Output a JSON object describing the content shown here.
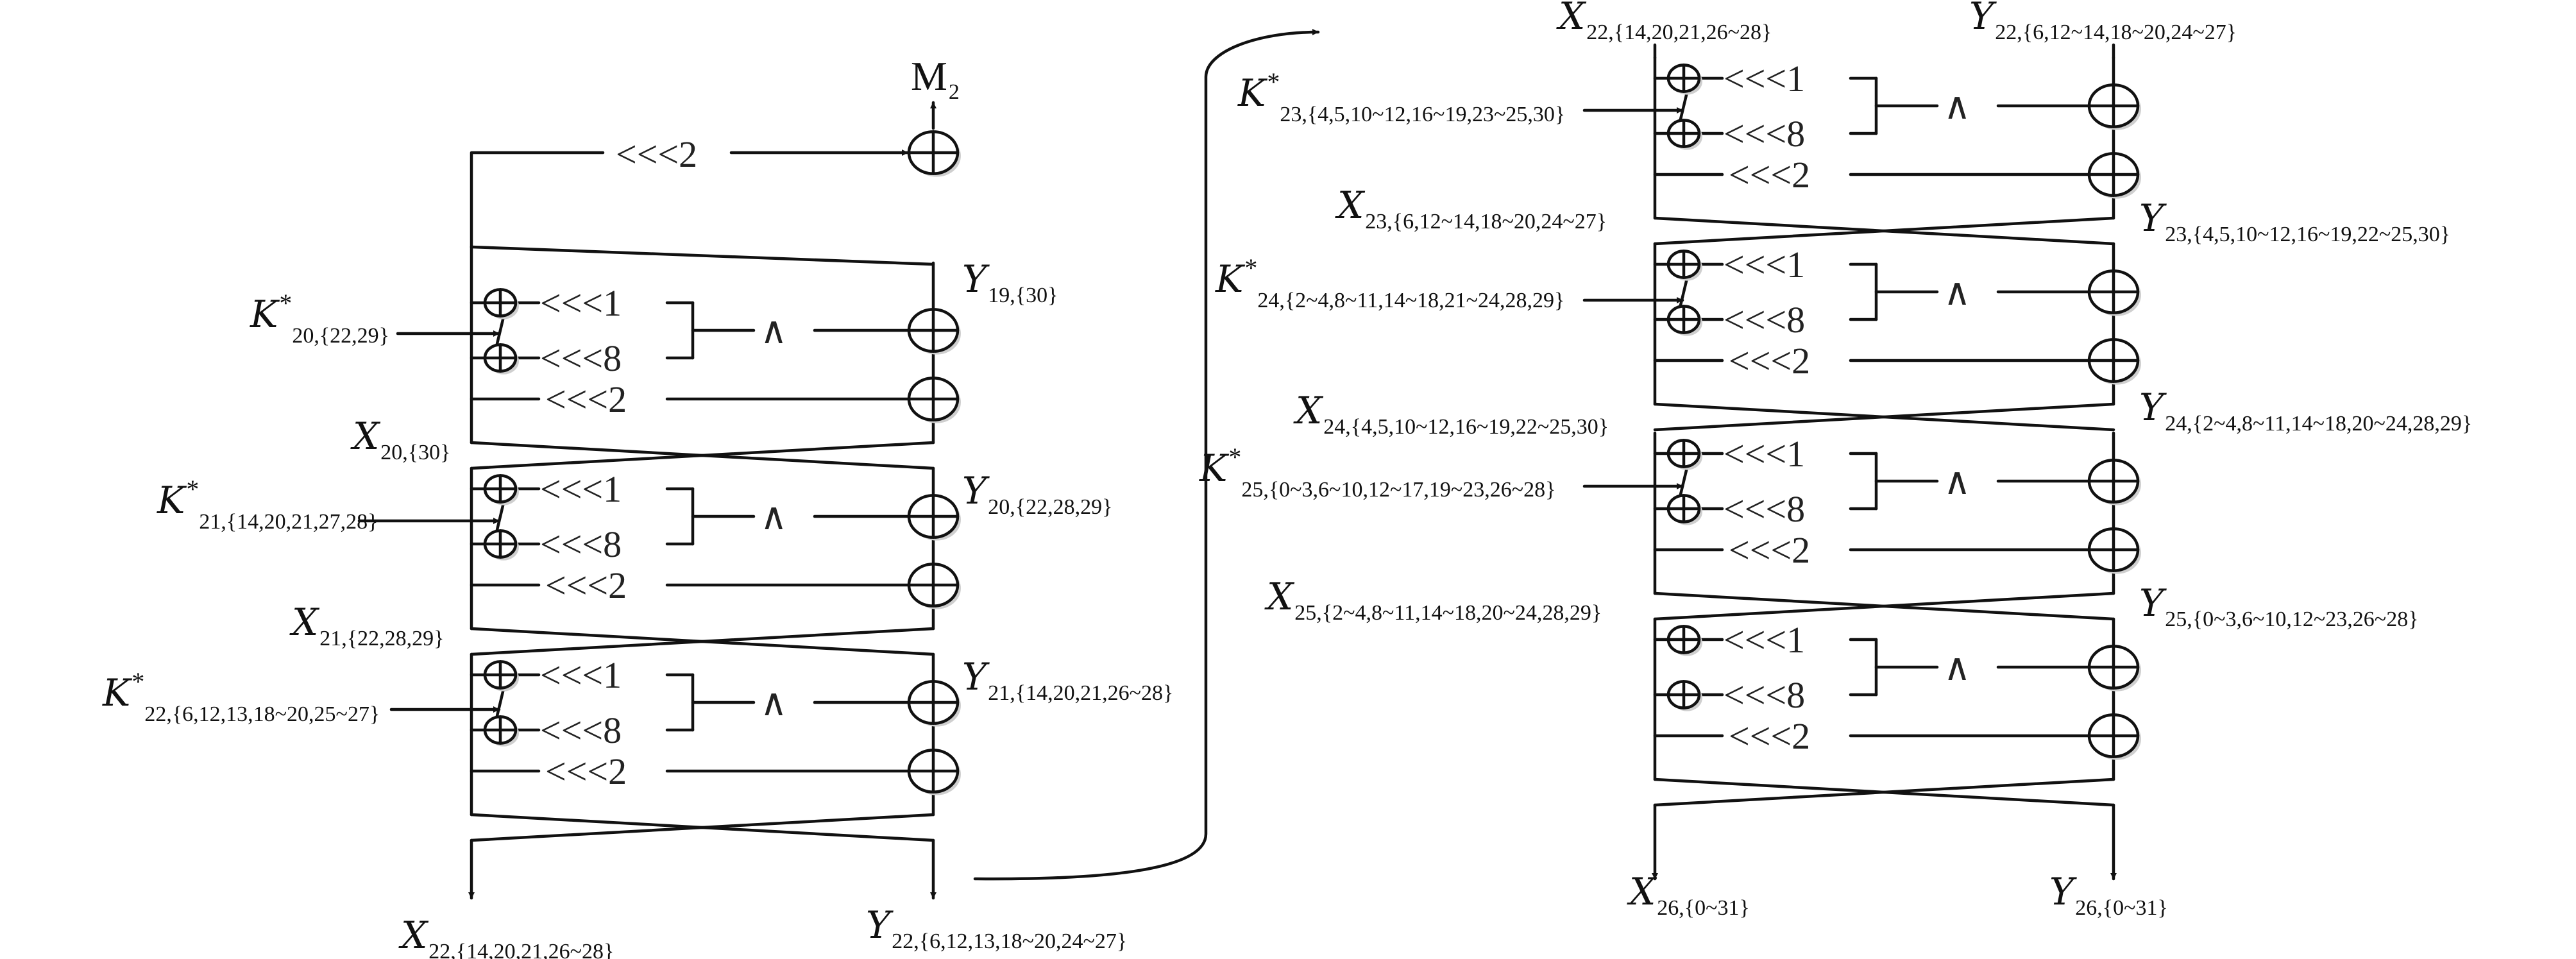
{
  "operators": {
    "rot1": "<<<1",
    "rot8": "<<<8",
    "rot2": "<<<2",
    "and": "∧"
  },
  "top_output": {
    "main": "M",
    "sub": "2"
  },
  "labels": {
    "k20": {
      "main": "K",
      "sup": "*",
      "sub": "20,{22,29}"
    },
    "k21": {
      "main": "K",
      "sup": "*",
      "sub": "21,{14,20,21,27,28}"
    },
    "k22": {
      "main": "K",
      "sup": "*",
      "sub": "22,{6,12,13,18~20,25~27}"
    },
    "y19": {
      "main": "Y",
      "sub": "19,{30}"
    },
    "y20": {
      "main": "Y",
      "sub": "20,{22,28,29}"
    },
    "y21": {
      "main": "Y",
      "sub": "21,{14,20,21,26~28}"
    },
    "x20": {
      "main": "X",
      "sub": "20,{30}"
    },
    "x21": {
      "main": "X",
      "sub": "21,{22,28,29}"
    },
    "x22_out_left": {
      "main": "X",
      "sub": "22,{14,20,21,26~28}"
    },
    "y22_out_left": {
      "main": "Y",
      "sub": "22,{6,12,13,18~20,24~27}"
    },
    "x22_in_right": {
      "main": "X",
      "sub": "22,{14,20,21,26~28}"
    },
    "y22_in_right": {
      "main": "Y",
      "sub": "22,{6,12~14,18~20,24~27}"
    },
    "k23": {
      "main": "K",
      "sup": "*",
      "sub": "23,{4,5,10~12,16~19,23~25,30}"
    },
    "k24": {
      "main": "K",
      "sup": "*",
      "sub": "24,{2~4,8~11,14~18,21~24,28,29}"
    },
    "k25": {
      "main": "K",
      "sup": "*",
      "sub": "25,{0~3,6~10,12~17,19~23,26~28}"
    },
    "x23": {
      "main": "X",
      "sub": "23,{6,12~14,18~20,24~27}"
    },
    "y23": {
      "main": "Y",
      "sub": "23,{4,5,10~12,16~19,22~25,30}"
    },
    "x24": {
      "main": "X",
      "sub": "24,{4,5,10~12,16~19,22~25,30}"
    },
    "y24": {
      "main": "Y",
      "sub": "24,{2~4,8~11,14~18,20~24,28,29}"
    },
    "x25": {
      "main": "X",
      "sub": "25,{2~4,8~11,14~18,20~24,28,29}"
    },
    "y25": {
      "main": "Y",
      "sub": "25,{0~3,6~10,12~23,26~28}"
    },
    "x26": {
      "main": "X",
      "sub": "26,{0~31}"
    },
    "y26": {
      "main": "Y",
      "sub": "26,{0~31}"
    }
  }
}
